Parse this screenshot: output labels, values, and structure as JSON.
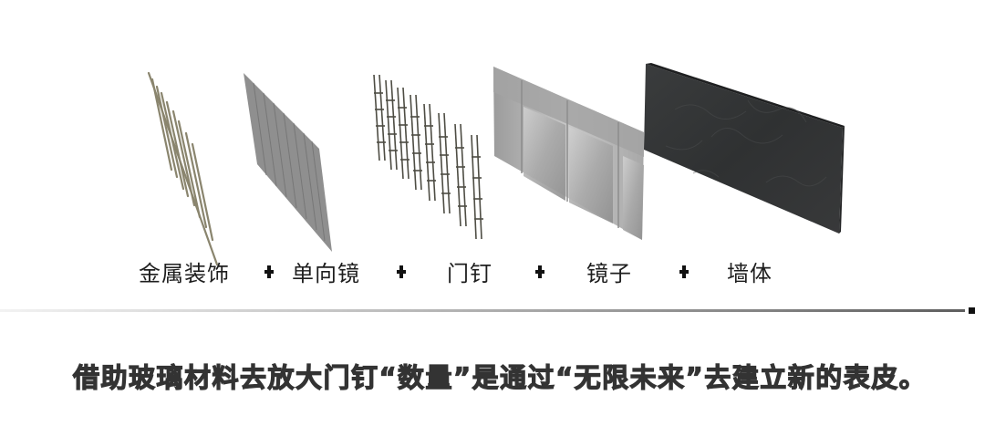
{
  "diagram": {
    "type": "exploded-layer-composition",
    "layers": [
      {
        "id": "metal-decoration",
        "label": "金属装饰",
        "depiction": "thin diagonal metallic rods",
        "color": "#8c8772"
      },
      {
        "id": "one-way-mirror",
        "label": "单向镜",
        "depiction": "grey striped glass panel",
        "color": "#8e8e8e"
      },
      {
        "id": "door-nails",
        "label": "门钉",
        "depiction": "ladder-like rows of door studs",
        "color": "#5a5a4e"
      },
      {
        "id": "mirror",
        "label": "镜子",
        "depiction": "reflective silver panel",
        "color": "#b8b8b8"
      },
      {
        "id": "wall",
        "label": "墙体",
        "depiction": "dark stone wall slab",
        "color": "#333536"
      }
    ],
    "operator": "+",
    "caption": "借助玻璃材料去放大门钉“数量”是通过“无限未来”去建立新的表皮。"
  },
  "labels": {
    "l0": "金属装饰",
    "l1": "单向镜",
    "l2": "门钉",
    "l3": "镜子",
    "l4": "墙体"
  },
  "operator_symbol": "+",
  "caption": "借助玻璃材料去放大门钉“数量”是通过“无限未来”去建立新的表皮。"
}
